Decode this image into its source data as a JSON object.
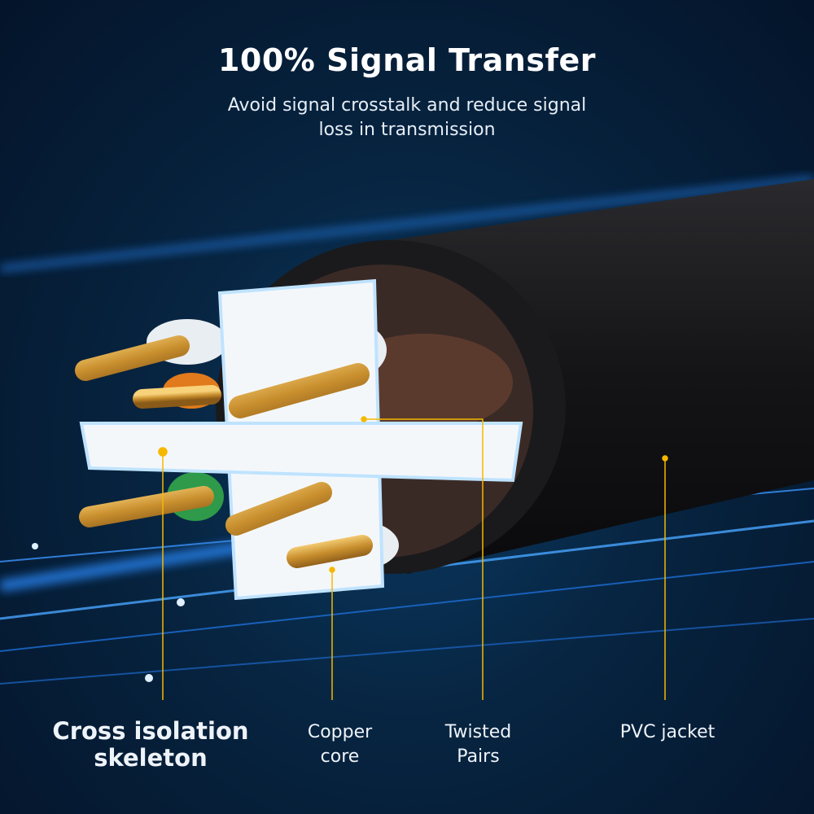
{
  "header": {
    "title": "100% Signal Transfer",
    "subtitle_line1": "Avoid signal crosstalk and reduce signal",
    "subtitle_line2": "loss in transmission"
  },
  "labels": [
    {
      "line1": "Cross isolation",
      "line2": "skeleton"
    },
    {
      "line1": "Copper",
      "line2": "core"
    },
    {
      "line1": "Twisted",
      "line2": "Pairs"
    },
    {
      "line1": "PVC jacket"
    }
  ],
  "colors": {
    "accent": "#f5b800",
    "jacket": "#1b1b1d",
    "copper": "#d9a44a",
    "glow": "#2a8cff"
  }
}
